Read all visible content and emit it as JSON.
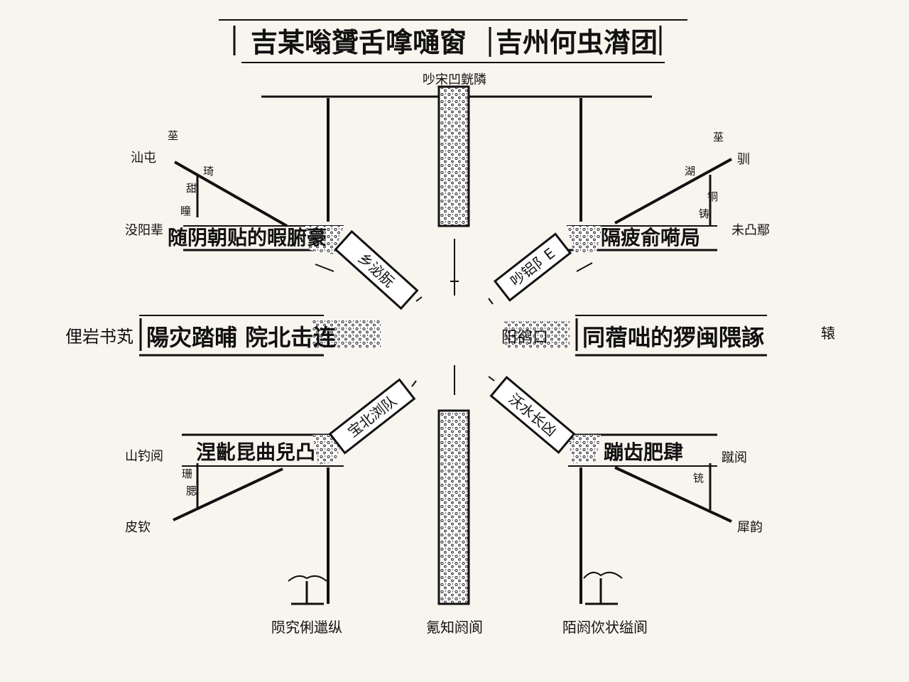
{
  "colors": {
    "background": "#f8f4ee",
    "ink": "#111111",
    "speckle": "#e9e4dc"
  },
  "title": {
    "left": "吉某嗡贇舌嗱嗵窗",
    "right": "吉州何虫潸团"
  },
  "top_bar_label": "吵宋凹皝隣",
  "upper_left": {
    "plate": "随阴朝贴的暇腑豪",
    "callout_top": "汕屯",
    "callout_side": "没阳辈",
    "stack": [
      "莝",
      "琦",
      "甜",
      "瞳"
    ],
    "tag": "乡泌朊"
  },
  "upper_right": {
    "plate": "隔疲俞嗬局",
    "callout_top": "驯",
    "callout_side": "未凸鄢",
    "stack": [
      "莝",
      "湖",
      "铜",
      "铸"
    ],
    "tag": "吵铝阝E"
  },
  "left": {
    "prefix": "俚岩书芄",
    "plate": "陽灾踏晡 院北击连",
    "prefix_small": ""
  },
  "right": {
    "prefix": "阳鹆口",
    "plate": "同蓿咄的猡闽隈諑",
    "suffix": "辕"
  },
  "lower_left": {
    "plate": "涅齔昆曲兒凸",
    "callout_top": "山钓阅",
    "callout_bottom": "皮钦",
    "stack": [
      "珊",
      "腮"
    ],
    "tag": "宝北浏队"
  },
  "lower_right": {
    "plate": "蹦齿肥肆",
    "callout_top": "蹴阅",
    "callout_bottom": "犀韵",
    "stack": [
      "铳"
    ],
    "tag": "沃水长凶"
  },
  "bottom_labels": {
    "left": "陨究俐邋纵",
    "center": "氪知阏阆",
    "right": "陌阏佽状缢阆"
  }
}
